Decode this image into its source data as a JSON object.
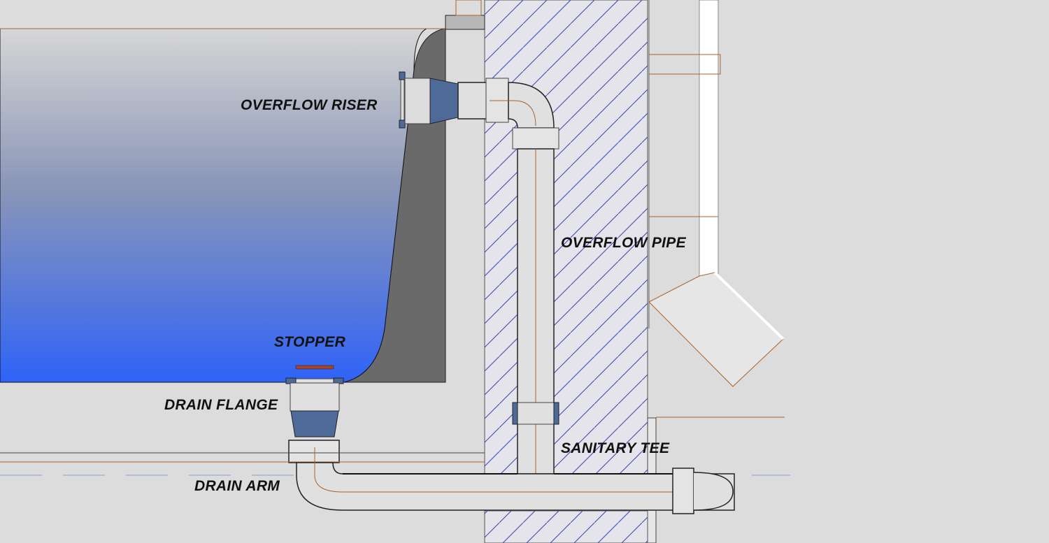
{
  "labels": {
    "overflow_riser": "OVERFLOW RISER",
    "overflow_pipe": "OVERFLOW PIPE",
    "stopper": "STOPPER",
    "drain_flange": "DRAIN FLANGE",
    "sanitary_tee": "SANITARY TEE",
    "drain_arm": "DRAIN ARM"
  },
  "colors": {
    "background": "#dcdcdc",
    "water_top": "#d4d4d4",
    "water_bottom": "#2f63f7",
    "tub_wall": "#6a6a6a",
    "fitting_blue": "#4d6a98",
    "hatch": "#3c45b8",
    "construction_line": "#a8642e",
    "outline": "#111111"
  }
}
